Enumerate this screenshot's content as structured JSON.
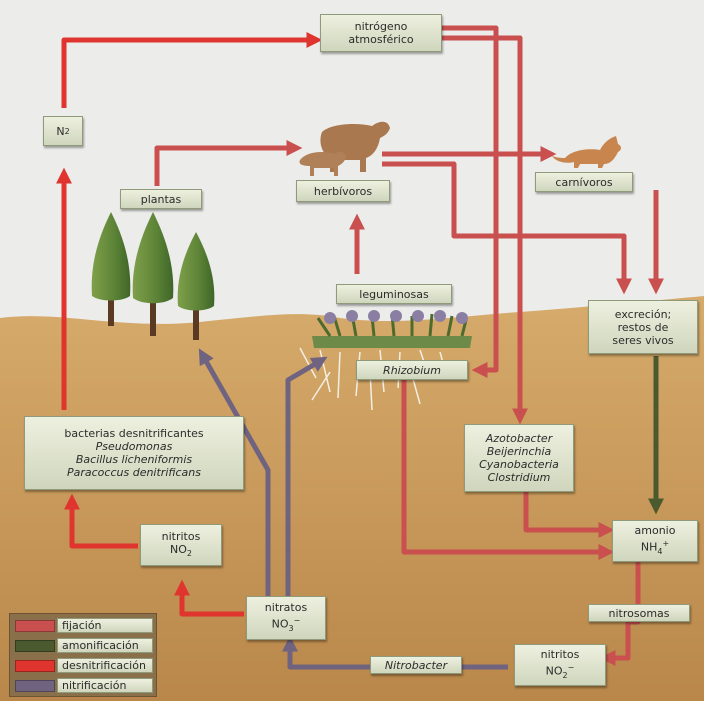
{
  "colors": {
    "fijacion": "#c9504f",
    "amonificacion": "#4a5a2e",
    "desnitrificacion": "#e0342f",
    "nitrificacion": "#6f6380",
    "soil": "#c79a5a",
    "sky": "#ececea"
  },
  "nodes": {
    "nitrogeno": [
      "nitrógeno",
      "atmosférico"
    ],
    "n2": "N",
    "n2_sub": "2",
    "plantas": "plantas",
    "herbivoros": "herbívoros",
    "carnivoros": "carnívoros",
    "leguminosas": "leguminosas",
    "rhizobium": "Rhizobium",
    "excrecion": [
      "excreción;",
      "restos de",
      "seres vivos"
    ],
    "bacterias": [
      "bacterias desnitrificantes",
      "Pseudomonas",
      "Bacillus licheniformis",
      "Paracoccus denitrificans"
    ],
    "azotobacter": [
      "Azotobacter",
      "Beijerinchia",
      "Cyanobacteria",
      "Clostridium"
    ],
    "nitritos_left": [
      "nitritos",
      "NO"
    ],
    "nitritos_left_sub": "2",
    "nitratos": [
      "nitratos",
      "NO"
    ],
    "nitratos_sub": "3",
    "amonio": [
      "amonio",
      "NH"
    ],
    "amonio_sub": "4",
    "nitrosomas": "nitrosomas",
    "nitrobacter": "Nitrobacter",
    "nitritos_right": [
      "nitritos",
      "NO"
    ],
    "nitritos_right_sub": "2"
  },
  "legend": [
    {
      "label": "fijación",
      "color": "#c9504f"
    },
    {
      "label": "amonificación",
      "color": "#4a5a2e"
    },
    {
      "label": "desnitrificación",
      "color": "#e0342f"
    },
    {
      "label": "nitrificación",
      "color": "#6f6380"
    }
  ]
}
